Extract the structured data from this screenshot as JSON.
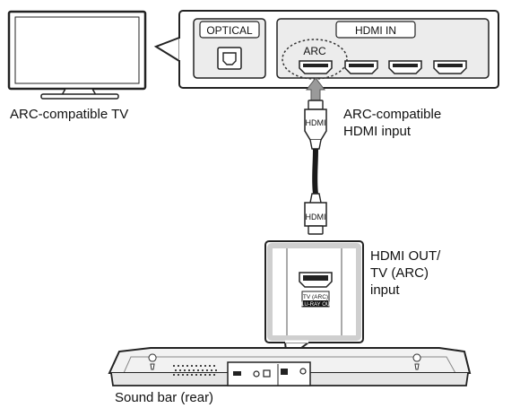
{
  "tv": {
    "label": "ARC-compatible TV"
  },
  "tv_panel": {
    "optical_label": "OPTICAL",
    "hdmi_in_label": "HDMI IN",
    "arc_label": "ARC"
  },
  "cable": {
    "plug_text": "HDMI"
  },
  "tv_input_note": {
    "line1": "ARC-compatible",
    "line2": "HDMI input"
  },
  "soundbar_output_note": {
    "line1": "HDMI OUT/",
    "line2": "TV (ARC)",
    "line3": "input"
  },
  "soundbar": {
    "label": "Sound bar (rear)",
    "port_label_line1": "TV (ARC)",
    "port_label_line2": "BLU-RAY OUT"
  },
  "colors": {
    "line": "#222222",
    "panel_fill": "#ffffff",
    "port_fill": "#f2f2f2",
    "arrow": "#9a9a9a",
    "callout_border": "#cfcfcf"
  }
}
